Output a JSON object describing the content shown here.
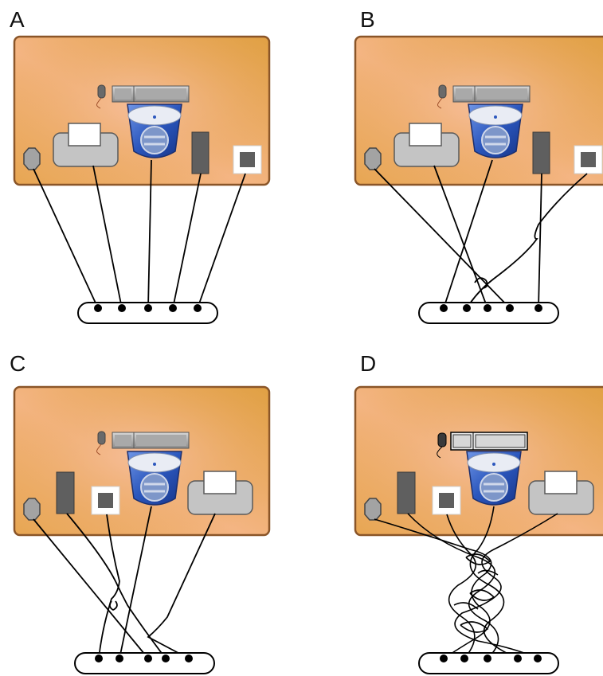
{
  "panels": [
    {
      "label": "A"
    },
    {
      "label": "B"
    },
    {
      "label": "C"
    },
    {
      "label": "D"
    }
  ],
  "colors": {
    "desk_light": "#f1b07a",
    "desk_dark": "#e1a248",
    "desk_border": "#8a5528",
    "cable": "#000000",
    "power_strip_fill": "#ffffff",
    "device_dark": "#5f5f5f",
    "device_light": "#c8c8c8",
    "computer_blue": "#2b54b8"
  },
  "icons": {
    "computer": "imac-computer-icon",
    "printer": "printer-icon",
    "speaker": "speaker-icon",
    "router": "router-icon",
    "lamp": "lamp-icon",
    "keyboard": "keyboard-icon",
    "mouse": "mouse-icon",
    "outlet": "power-strip-icon"
  }
}
